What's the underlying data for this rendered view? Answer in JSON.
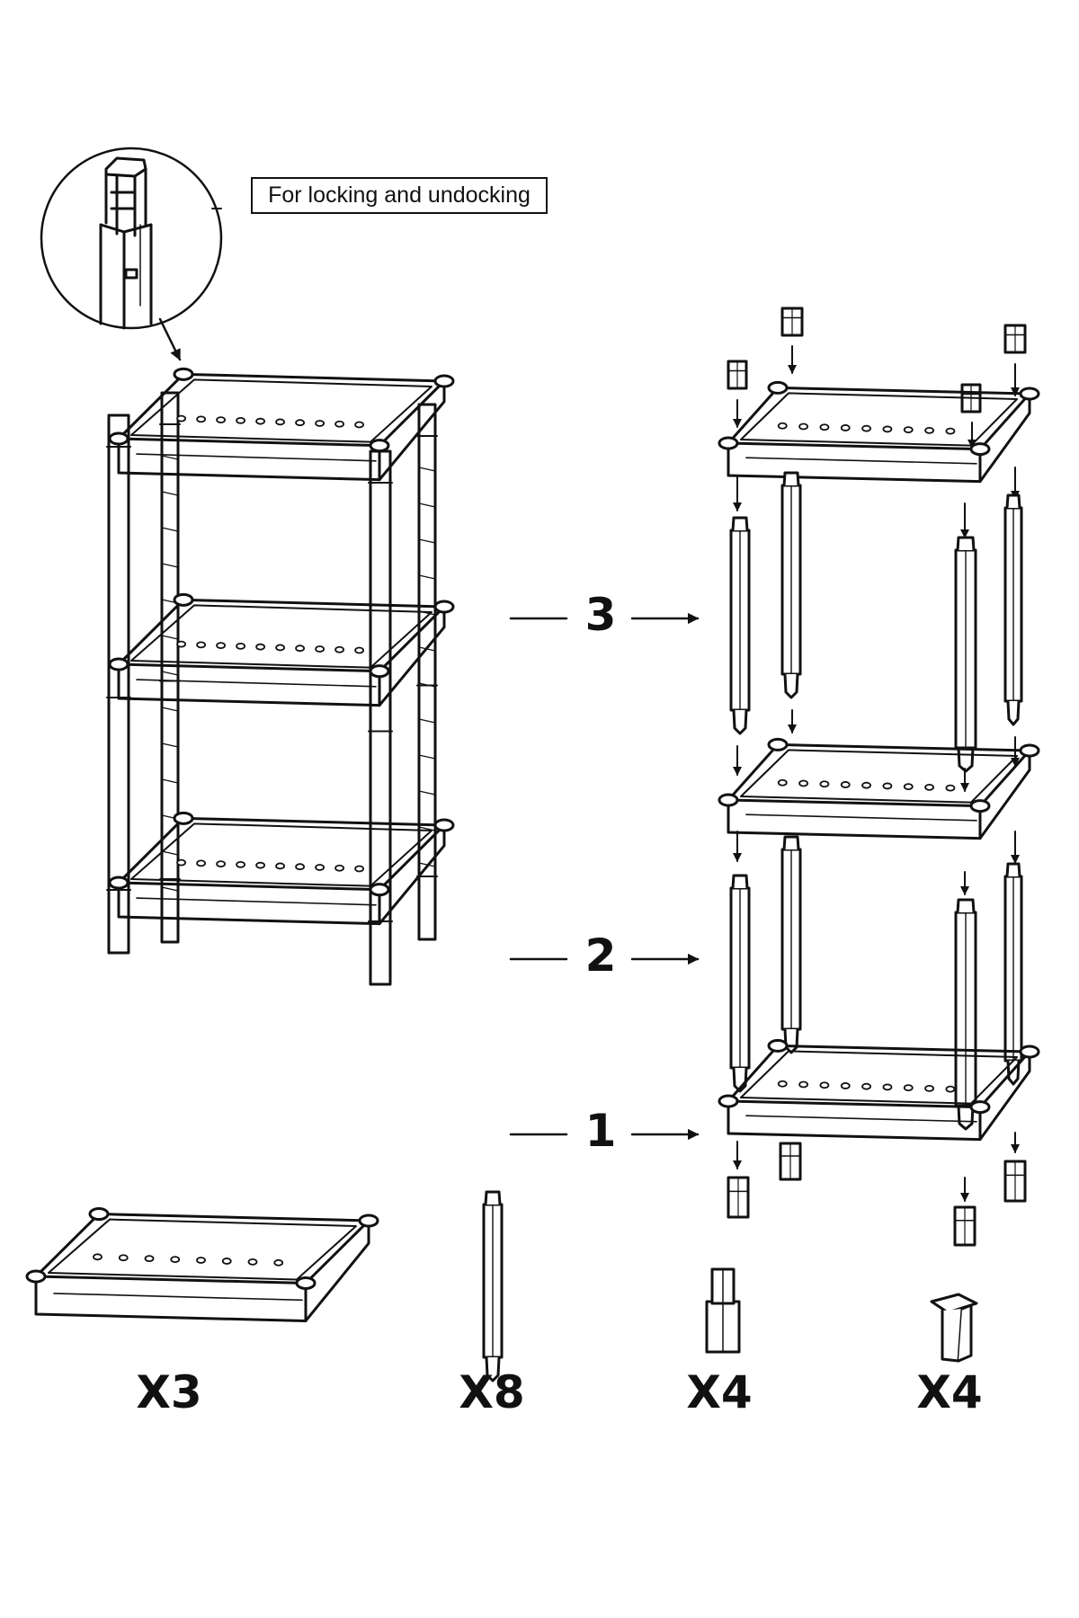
{
  "callout": {
    "text": "For locking and undocking"
  },
  "steps": [
    {
      "number": "3"
    },
    {
      "number": "2"
    },
    {
      "number": "1"
    }
  ],
  "parts": [
    {
      "name": "shelf-tray",
      "quantity": "X3"
    },
    {
      "name": "connecting-pole",
      "quantity": "X8"
    },
    {
      "name": "foot-cap",
      "quantity": "X4"
    },
    {
      "name": "top-cap",
      "quantity": "X4"
    }
  ]
}
